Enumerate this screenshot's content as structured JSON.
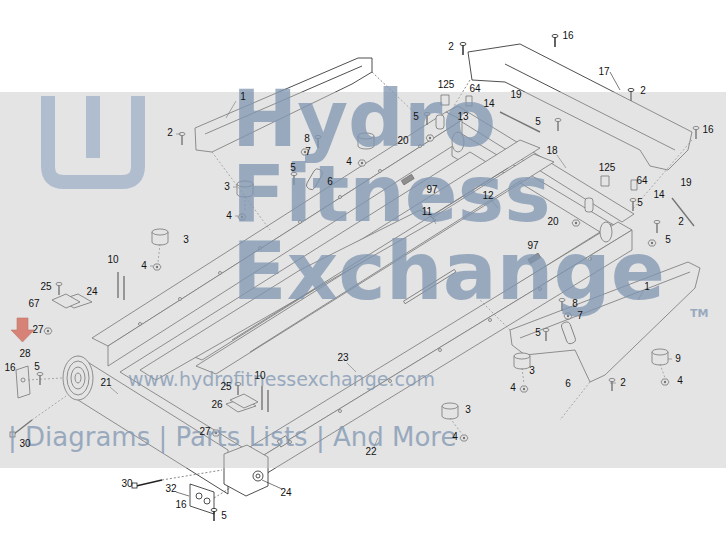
{
  "diagram": {
    "labels": [
      "1",
      "2",
      "8",
      "7",
      "5",
      "4",
      "3",
      "4",
      "6",
      "5",
      "20",
      "125",
      "64",
      "14",
      "13",
      "19",
      "5",
      "2",
      "16",
      "17",
      "2",
      "16",
      "18",
      "97",
      "12",
      "11",
      "125",
      "64",
      "5",
      "14",
      "19",
      "20",
      "2",
      "5",
      "3",
      "4",
      "10",
      "97",
      "25",
      "24",
      "67",
      "27",
      "28",
      "16",
      "5",
      "30",
      "21",
      "23",
      "22",
      "9",
      "4",
      "1",
      "8",
      "7",
      "5",
      "6",
      "2",
      "3",
      "4",
      "3",
      "4",
      "25",
      "10",
      "26",
      "27",
      "24",
      "30",
      "32",
      "16",
      "5",
      "Hydro",
      "Fitness",
      "Exchange",
      "TM",
      "www.hydrofitnessexchange.com",
      "| Diagrams | Parts Lists | And More"
    ]
  }
}
